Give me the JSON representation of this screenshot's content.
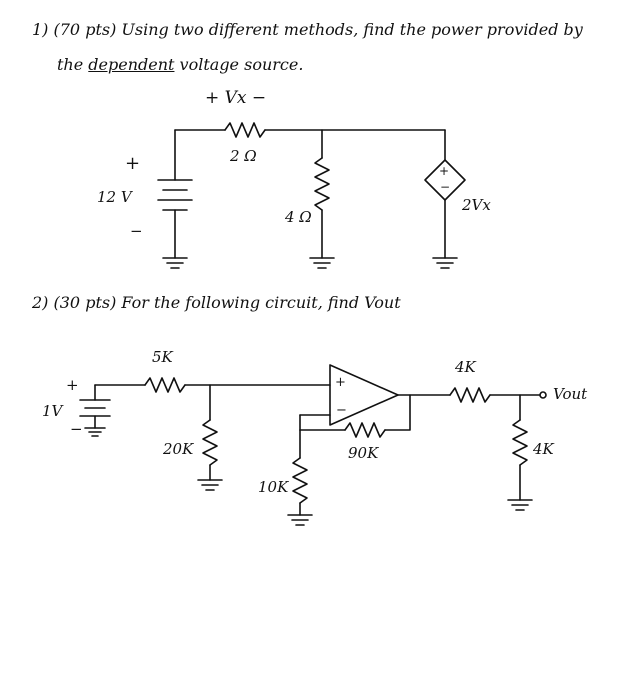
{
  "problem1": {
    "line1": "1) (70 pts) Using two different methods, find the power provided by",
    "line2_pre": "the ",
    "line2_u": "dependent",
    "line2_post": " voltage source.",
    "vx_label": "+  Vx  −",
    "r_2": "2 Ω",
    "r_4": "4 Ω",
    "src_plus": "+",
    "src_12v": "12 V",
    "src_minus": "−",
    "dep_label": "2Vx"
  },
  "problem2": {
    "line": "2) (30 pts) For the following circuit, find Vout",
    "r_5k": "5K",
    "r_20k": "20K",
    "r_10k": "10K",
    "r_90k": "90K",
    "r_4k_top": "4K",
    "r_4k_right": "4K",
    "vout": "Vout",
    "src_plus": "+",
    "src_1v": "1V",
    "src_minus": "−",
    "op_plus": "+",
    "op_minus": "−"
  }
}
